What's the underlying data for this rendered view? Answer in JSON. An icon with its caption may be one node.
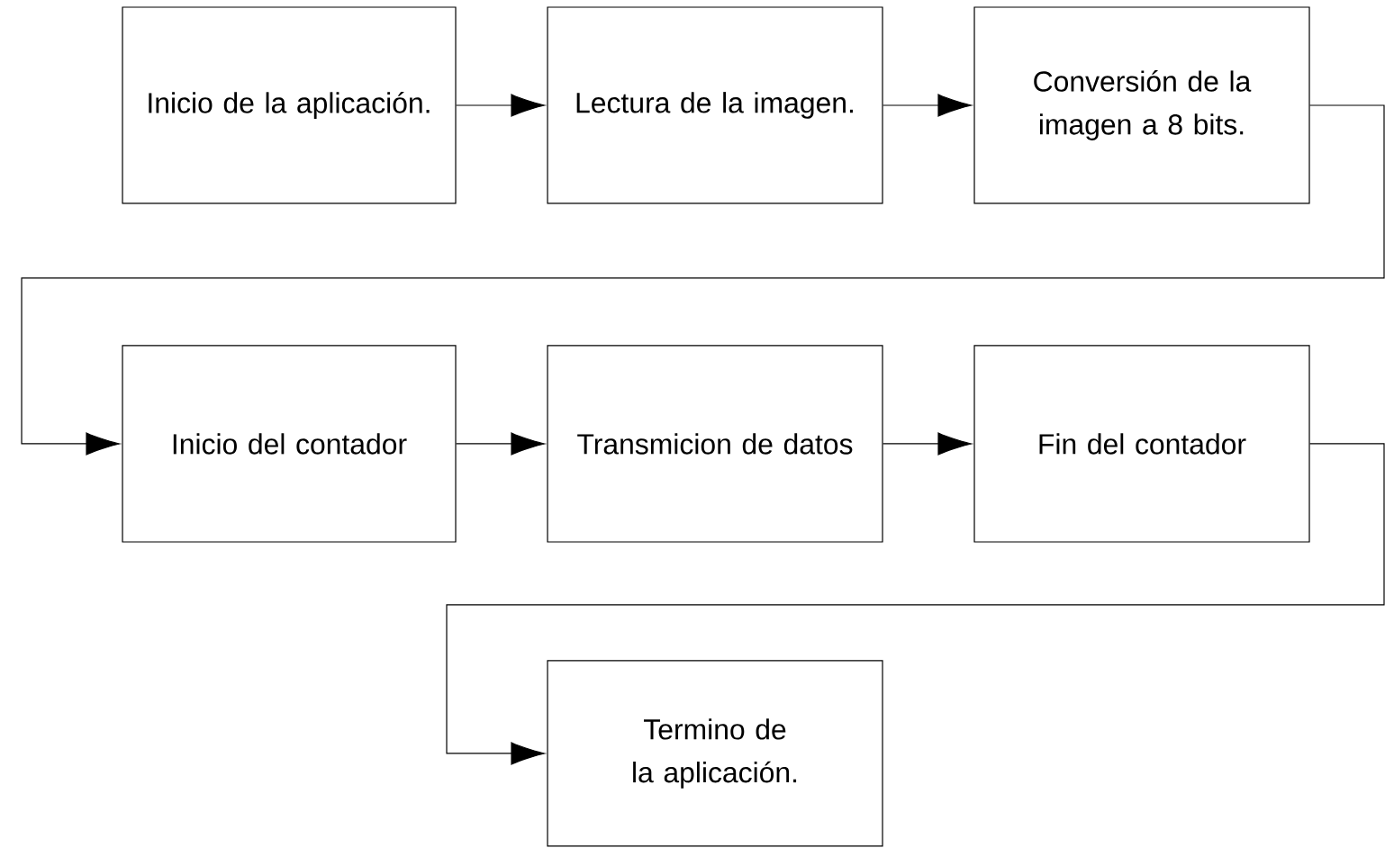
{
  "diagram": {
    "nodes": [
      {
        "text": [
          "Inicio de la aplicación."
        ]
      },
      {
        "text": [
          "Lectura de la imagen."
        ]
      },
      {
        "text": [
          "Conversión de la imagen a 8 bits."
        ]
      },
      {
        "text": [
          "Inicio del contador"
        ]
      },
      {
        "text": [
          "Transmicion de datos"
        ]
      },
      {
        "text": [
          "Fin del contador"
        ]
      },
      {
        "text": [
          "Termino de la aplicación."
        ]
      }
    ],
    "edges": [
      {
        "from": 0,
        "to": 1,
        "arrow": "to"
      },
      {
        "from": 1,
        "to": 2,
        "arrow": "to"
      },
      {
        "from": 2,
        "to": 3,
        "arrow": "to"
      },
      {
        "from": 3,
        "to": 4,
        "arrow": "to"
      },
      {
        "from": 4,
        "to": 5,
        "arrow": "to"
      },
      {
        "from": 5,
        "to": 6,
        "arrow": "to"
      }
    ]
  }
}
